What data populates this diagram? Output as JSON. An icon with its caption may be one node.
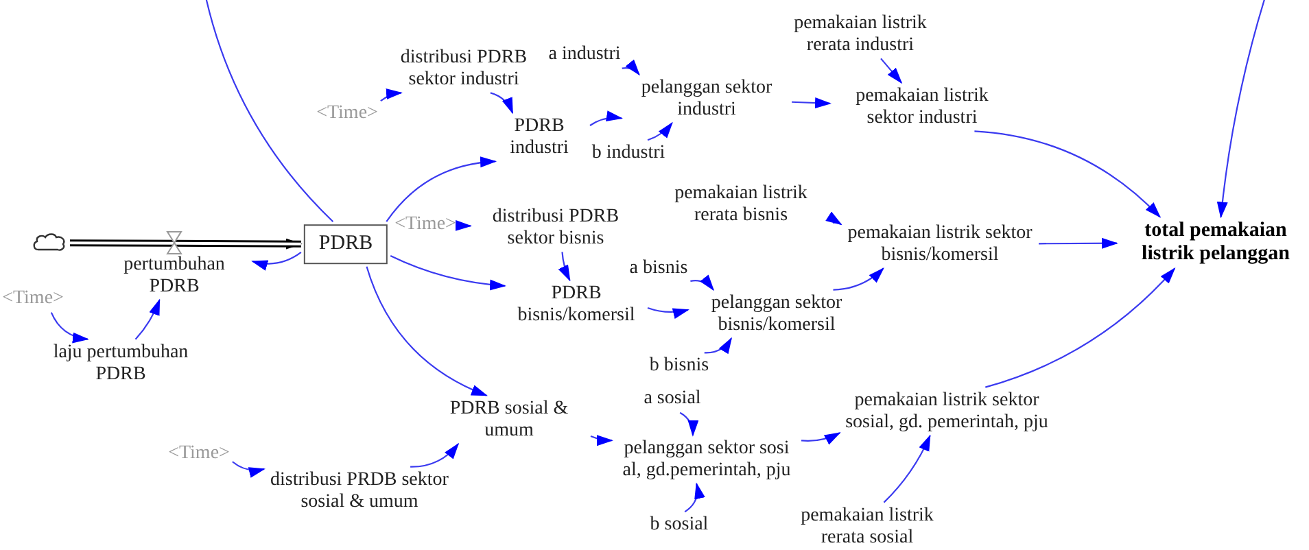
{
  "diagram": {
    "nodes": [
      {
        "text": [],
        "shape": "cloud"
      },
      {
        "text": [
          "PDRB"
        ]
      },
      {
        "text": [
          "pertumbuhan PDRB"
        ]
      },
      {
        "text": [
          "<Time>"
        ]
      },
      {
        "text": [
          "laju pertumbuhan PDRB"
        ]
      },
      {
        "text": [
          "<Time>"
        ]
      },
      {
        "text": [
          "distribusi PDRB sektor industri"
        ]
      },
      {
        "text": [
          "PDRB industri"
        ]
      },
      {
        "text": [
          "a industri"
        ]
      },
      {
        "text": [
          "b industri"
        ]
      },
      {
        "text": [
          "pelanggan sektor industri"
        ]
      },
      {
        "text": [
          "pemakaian listrik rerata industri"
        ]
      },
      {
        "text": [
          "pemakaian listrik sektor industri"
        ]
      },
      {
        "text": [
          "<Time>"
        ]
      },
      {
        "text": [
          "distribusi PDRB sektor bisnis"
        ]
      },
      {
        "text": [
          "PDRB bisnis/komersil"
        ]
      },
      {
        "text": [
          "pemakaian listrik rerata bisnis"
        ]
      },
      {
        "text": [
          "pemakaian listrik sektor bisnis/komersil"
        ]
      },
      {
        "text": [
          "total pemakaian listrik pelanggan"
        ]
      },
      {
        "text": [
          "a bisnis"
        ]
      },
      {
        "text": [
          "pelanggan sektor bisnis/komersil"
        ]
      },
      {
        "text": [
          "b bisnis"
        ]
      },
      {
        "text": [
          "a sosial"
        ]
      },
      {
        "text": [
          "PDRB sosial & umum"
        ]
      },
      {
        "text": [
          "<Time>"
        ]
      },
      {
        "text": [
          "distribusi PRDB sektor sosial & umum"
        ]
      },
      {
        "text": [
          "pelanggan sektor sosi al, gd.pemerintah, pju"
        ]
      },
      {
        "text": [
          "b sosial"
        ]
      },
      {
        "text": [
          "pemakaian listrik sektor sosial, gd. pemerintah, pju"
        ]
      },
      {
        "text": [
          "pemakaian listrik rerata sosial"
        ]
      }
    ],
    "edges": [
      {
        "from": 0,
        "to": 1,
        "arrow": "to",
        "style": "thick",
        "color": "#000000"
      },
      {
        "from": 1,
        "to": 2,
        "arrow": "to"
      },
      {
        "from": 3,
        "to": 4,
        "arrow": "to"
      },
      {
        "from": 4,
        "to": 2,
        "arrow": "to"
      },
      {
        "from": 5,
        "to": 6,
        "arrow": "to"
      },
      {
        "from": 6,
        "to": 7,
        "arrow": "to"
      },
      {
        "from": 1,
        "to": 7,
        "arrow": "to"
      },
      {
        "from": 7,
        "to": 10,
        "arrow": "to"
      },
      {
        "from": 8,
        "to": 10,
        "arrow": "to"
      },
      {
        "from": 9,
        "to": 10,
        "arrow": "to"
      },
      {
        "from": 10,
        "to": 12,
        "arrow": "to"
      },
      {
        "from": 11,
        "to": 12,
        "arrow": "to"
      },
      {
        "from": 12,
        "to": 18,
        "arrow": "to"
      },
      {
        "from": 13,
        "to": 14,
        "arrow": "to"
      },
      {
        "from": 14,
        "to": 15,
        "arrow": "to"
      },
      {
        "from": 1,
        "to": 15,
        "arrow": "to"
      },
      {
        "from": 16,
        "to": 17,
        "arrow": "to"
      },
      {
        "from": 17,
        "to": 18,
        "arrow": "to"
      },
      {
        "from": 19,
        "to": 20,
        "arrow": "to"
      },
      {
        "from": 15,
        "to": 20,
        "arrow": "to"
      },
      {
        "from": 21,
        "to": 20,
        "arrow": "to"
      },
      {
        "from": 20,
        "to": 17,
        "arrow": "to"
      },
      {
        "from": 1,
        "to": 23,
        "arrow": "to"
      },
      {
        "from": 24,
        "to": 25,
        "arrow": "to"
      },
      {
        "from": 25,
        "to": 23,
        "arrow": "to"
      },
      {
        "from": 23,
        "to": 26,
        "arrow": "to"
      },
      {
        "from": 22,
        "to": 26,
        "arrow": "to"
      },
      {
        "from": 27,
        "to": 26,
        "arrow": "to"
      },
      {
        "from": 26,
        "to": 28,
        "arrow": "to"
      },
      {
        "from": 29,
        "to": 28,
        "arrow": "to"
      },
      {
        "from": 28,
        "to": 18,
        "arrow": "to"
      },
      {
        "from": null,
        "to": 18,
        "arrow": "to"
      },
      {
        "from": 1,
        "to": null,
        "arrow": "none"
      }
    ]
  }
}
